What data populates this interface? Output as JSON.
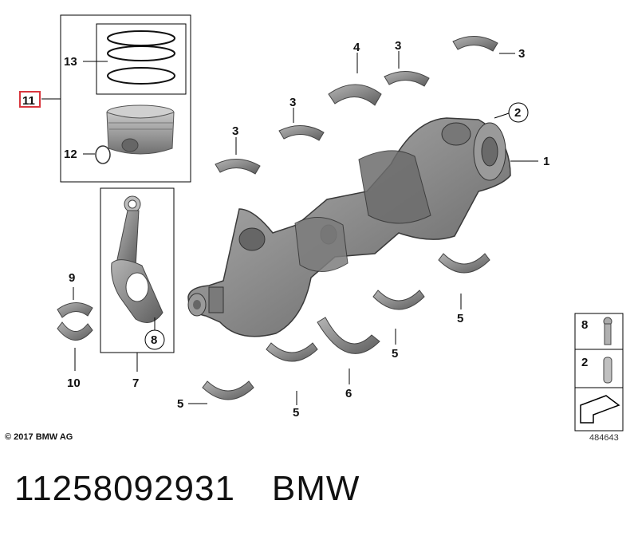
{
  "callouts": {
    "c11": "11",
    "c13": "13",
    "c12": "12",
    "c9": "9",
    "c10": "10",
    "c7": "7",
    "c8": "8",
    "c4": "4",
    "c3a": "3",
    "c3b": "3",
    "c3c": "3",
    "c3d": "3",
    "c2": "2",
    "c1": "1",
    "c5a": "5",
    "c5b": "5",
    "c5c": "5",
    "c5d": "5",
    "c6": "6",
    "legend8": "8",
    "legend2": "2"
  },
  "copyright": "© 2017 BMW AG",
  "reference_number": "484643",
  "footer": {
    "part_number": "11258092931",
    "brand": "BMW"
  },
  "colors": {
    "highlight_box": "#d9363e",
    "part_gray": "#8a8a8a",
    "line": "#000000"
  }
}
